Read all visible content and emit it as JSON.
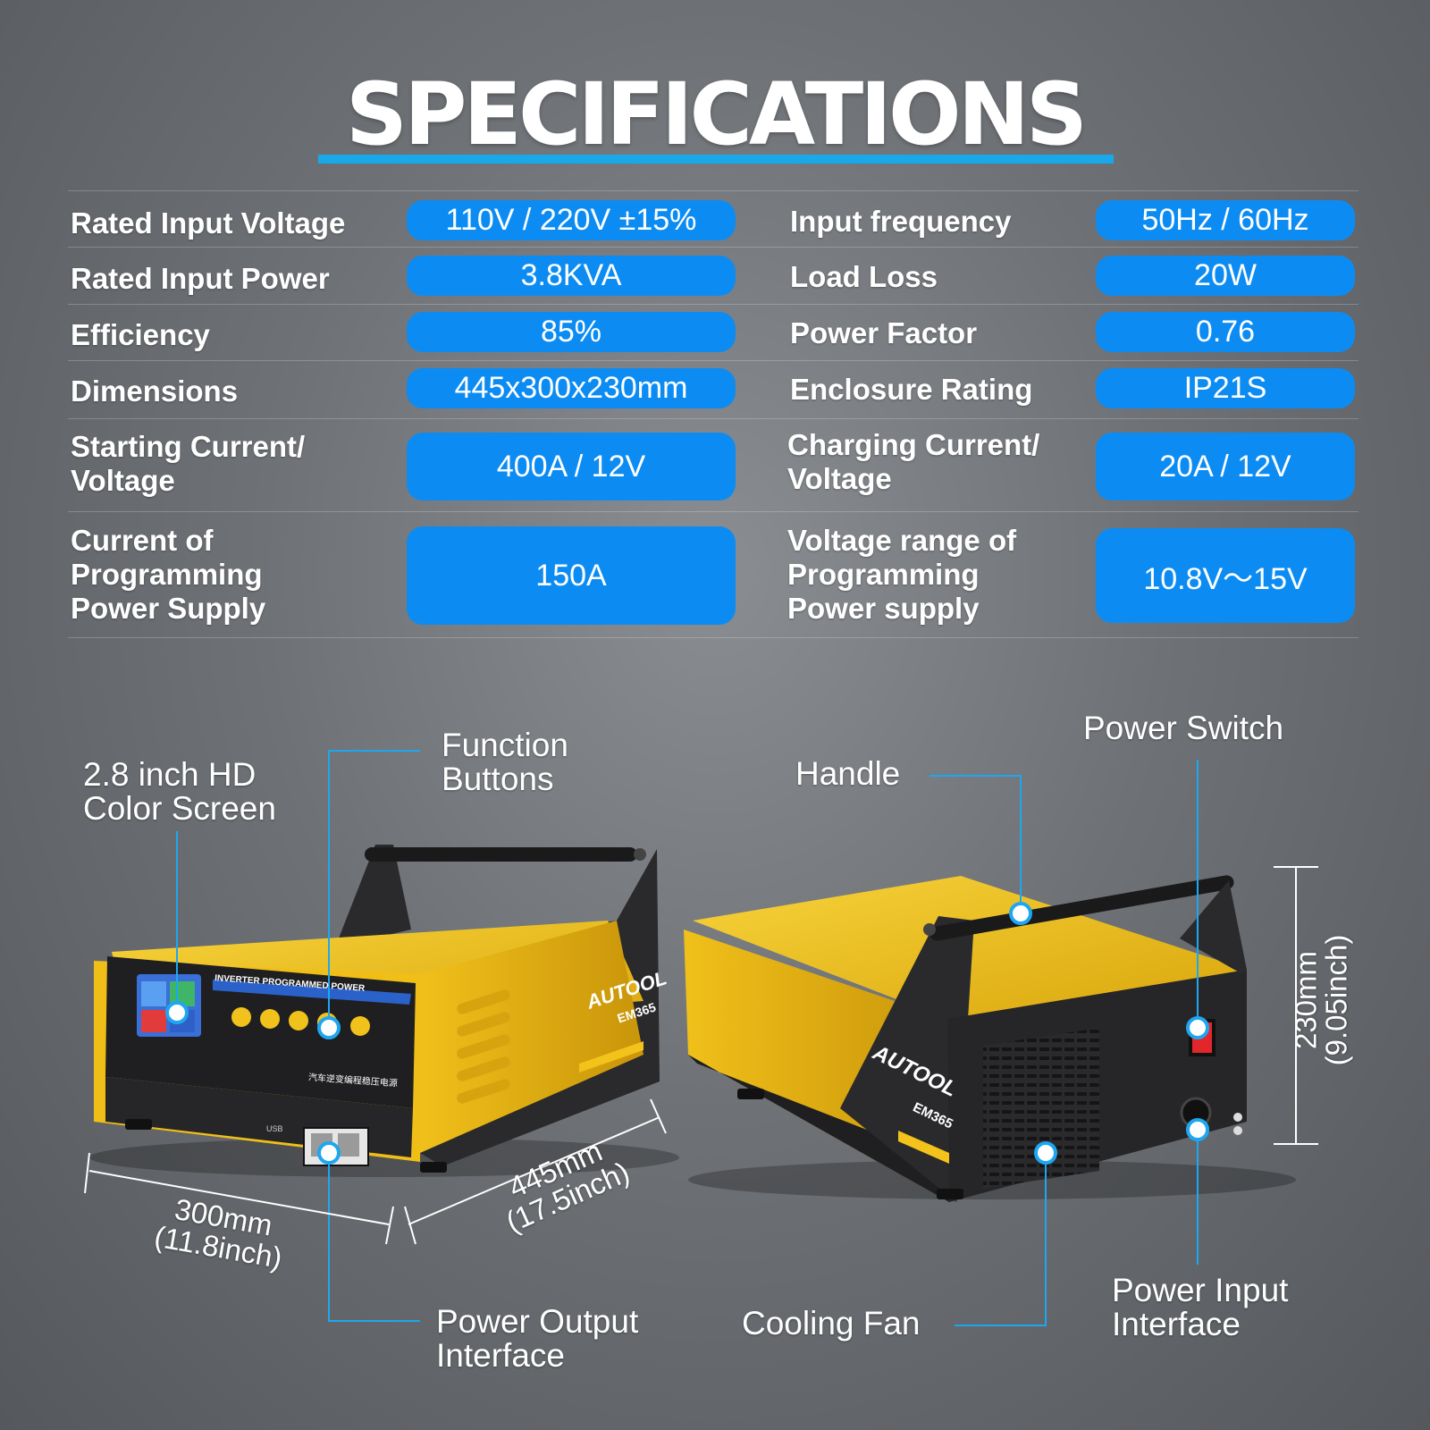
{
  "title": "SPECIFICATIONS",
  "specs_left": [
    {
      "label": "Rated Input Voltage",
      "value": "110V / 220V ±15%"
    },
    {
      "label": "Rated Input Power",
      "value": "3.8KVA"
    },
    {
      "label": "Efficiency",
      "value": "85%"
    },
    {
      "label": "Dimensions",
      "value": "445x300x230mm"
    },
    {
      "label": "Starting Current/\nVoltage",
      "value": "400A / 12V"
    },
    {
      "label": "Current of\nProgramming\nPower Supply",
      "value": "150A"
    }
  ],
  "specs_right": [
    {
      "label": "Input frequency",
      "value": "50Hz / 60Hz"
    },
    {
      "label": "Load Loss",
      "value": "20W"
    },
    {
      "label": "Power Factor",
      "value": "0.76"
    },
    {
      "label": "Enclosure Rating",
      "value": "IP21S"
    },
    {
      "label": "Charging Current/\nVoltage",
      "value": "20A / 12V"
    },
    {
      "label": "Voltage range of\nProgramming\nPower supply",
      "value": "10.8V～15V"
    }
  ],
  "callouts": {
    "screen": "2.8 inch HD\nColor Screen",
    "function_buttons": "Function\nButtons",
    "handle": "Handle",
    "power_switch": "Power Switch",
    "power_output": "Power Output\nInterface",
    "cooling_fan": "Cooling Fan",
    "power_input": "Power Input\nInterface"
  },
  "dimensions": {
    "width": "300mm\n(11.8inch)",
    "length": "445mm\n(17.5inch)",
    "height": "230mm\n(9.05inch)"
  },
  "product": {
    "brand": "AUTOOL",
    "model": "EM365",
    "panel_title": "INVERTER PROGRAMMED POWER",
    "panel_subtitle": "汽车逆变编程稳压电源",
    "usb_label": "USB"
  },
  "colors": {
    "accent_blue": "#0c8cf2",
    "title_underline": "#19a9ea",
    "product_yellow": "#f3c21b",
    "product_black": "#2a2a2c"
  }
}
